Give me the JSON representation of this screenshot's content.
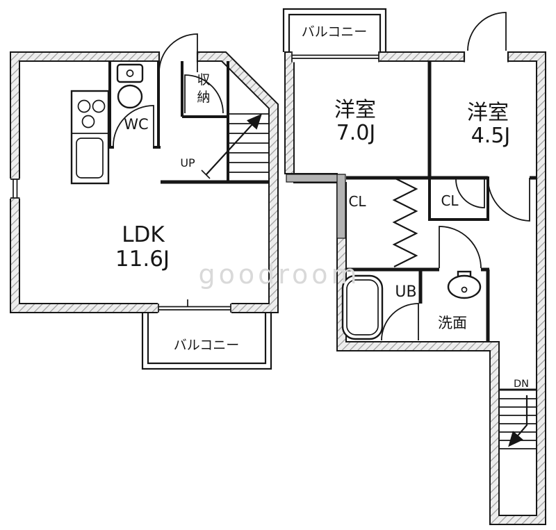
{
  "watermark": "goodroom",
  "floor1": {
    "room_ldk_name": "LDK",
    "room_ldk_size": "11.6J",
    "wc_label": "WC",
    "storage_char1": "収",
    "storage_char2": "納",
    "stairs_up_label": "UP",
    "balcony_label": "バルコニー"
  },
  "floor2": {
    "balcony_label": "バルコニー",
    "bedroom1_name": "洋室",
    "bedroom1_size": "7.0J",
    "bedroom2_name": "洋室",
    "bedroom2_size": "4.5J",
    "closet_left_label": "CL",
    "closet_right_label": "CL",
    "unit_bath_label": "UB",
    "washroom_label": "洗面",
    "stairs_down_label": "DN"
  },
  "colors": {
    "wall_hatch_line": "#9a9a9a",
    "wall_hatch_bg": "#ededed",
    "outline": "#161616",
    "interior_gray_wall": "#b3b3b3",
    "watermark_gray": "#d9d9d9"
  }
}
